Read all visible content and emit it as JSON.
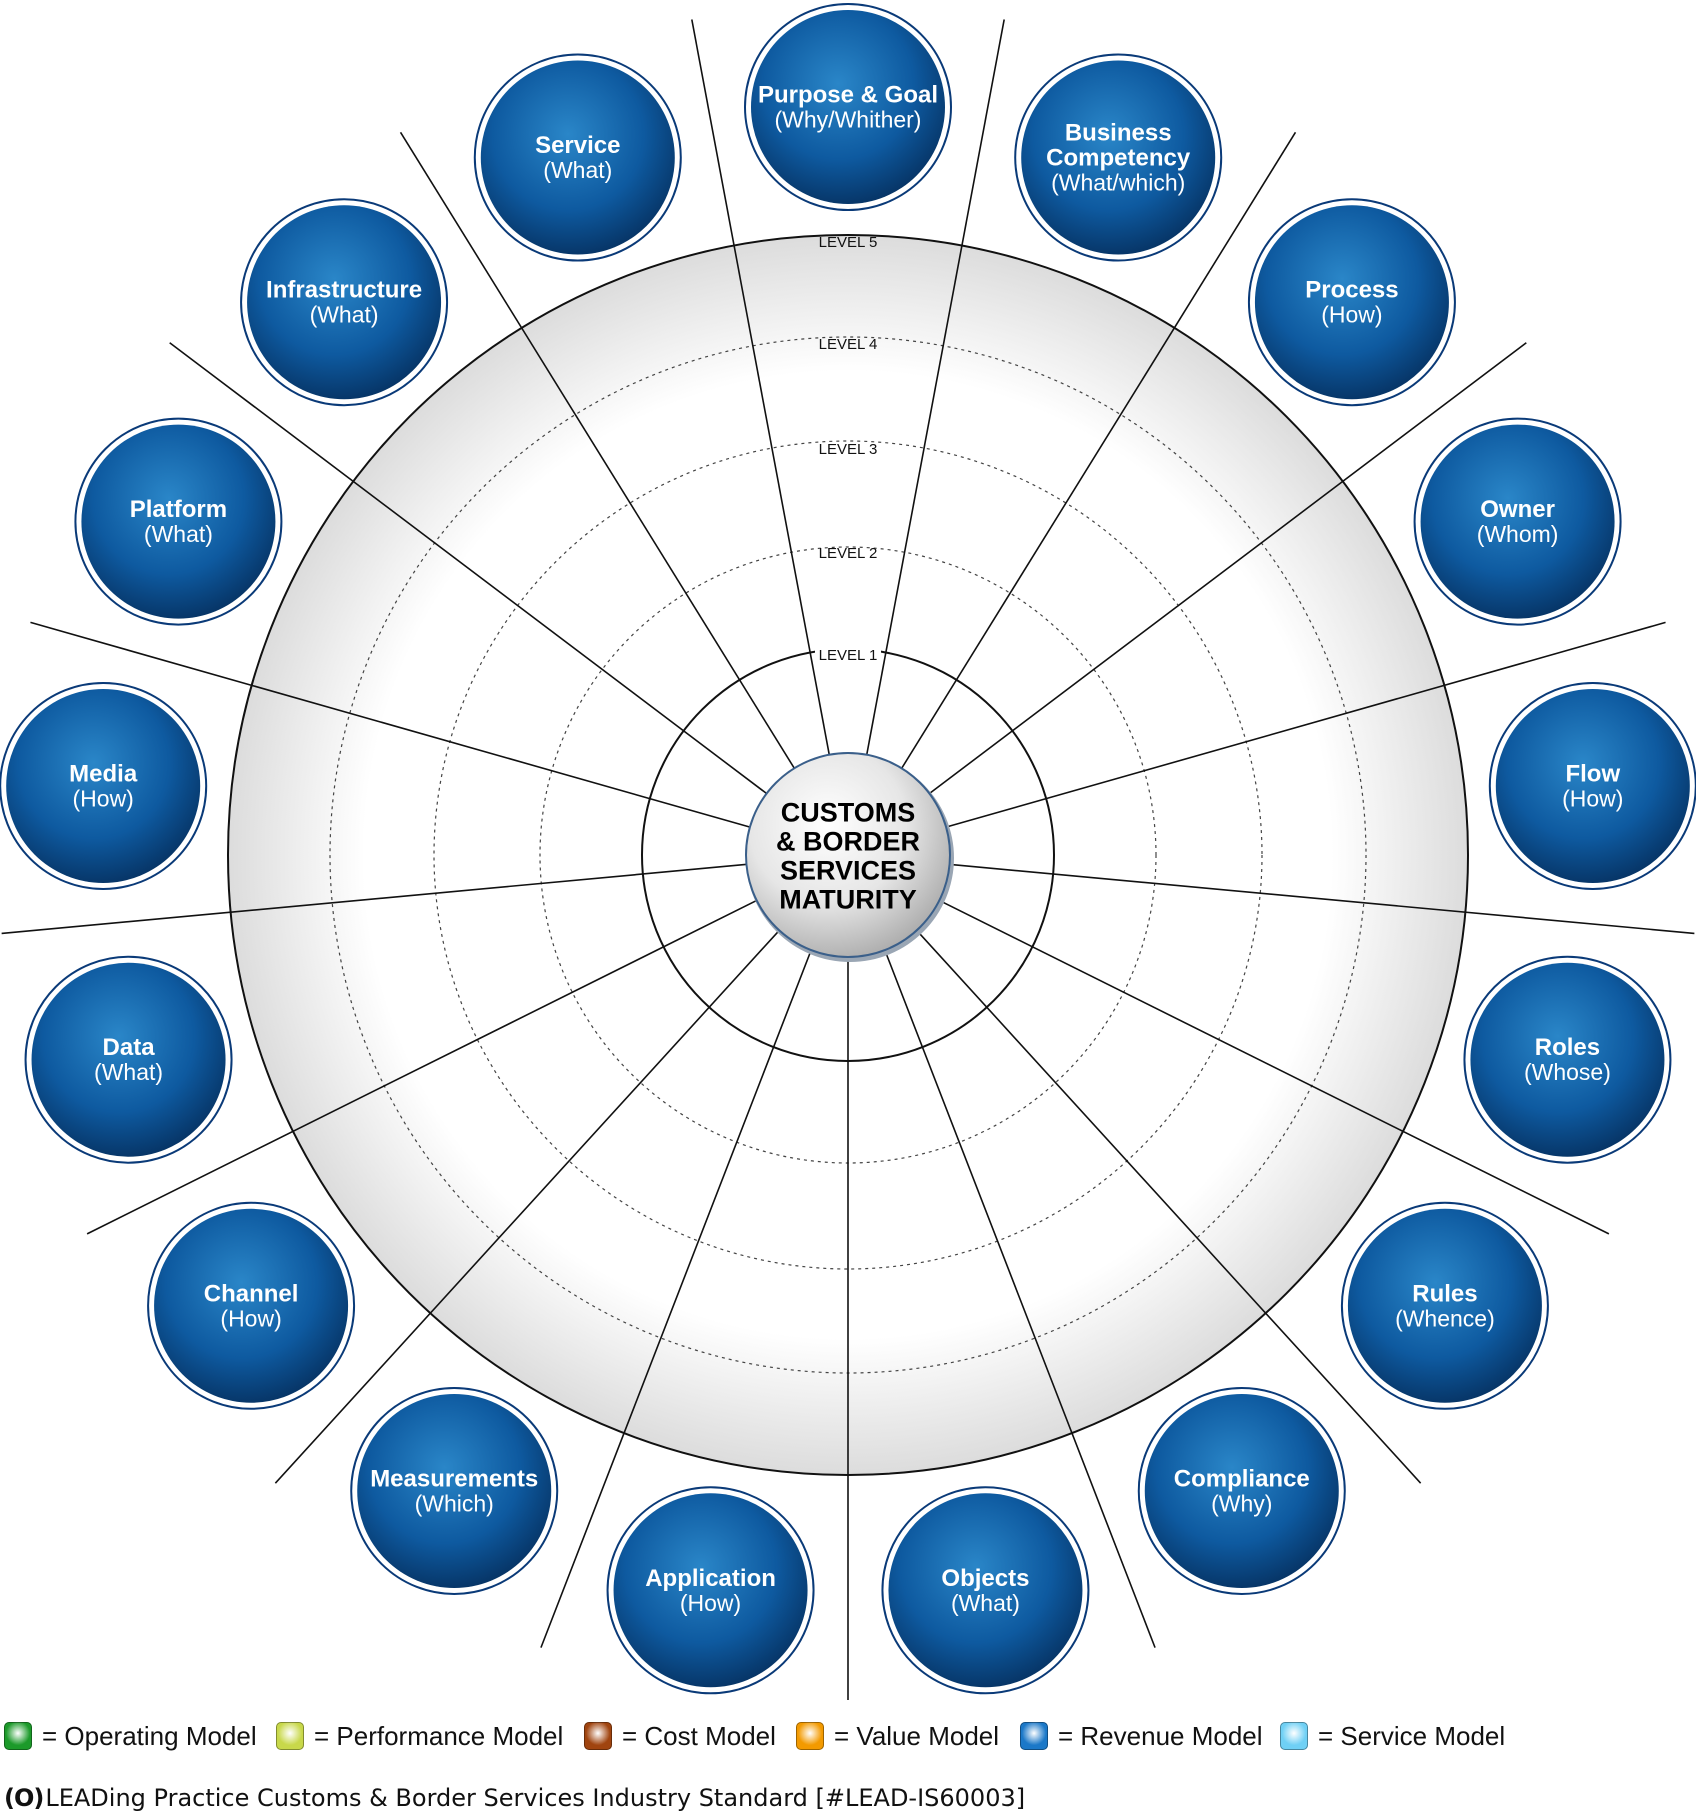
{
  "center": {
    "lines": [
      "CUSTOMS",
      "& BORDER",
      "SERVICES",
      "MATURITY"
    ]
  },
  "levels": [
    "LEVEL 1",
    "LEVEL 2",
    "LEVEL 3",
    "LEVEL 4",
    "LEVEL 5"
  ],
  "nodes": [
    {
      "title": "Purpose & Goal",
      "sub": "(Why/Whither)"
    },
    {
      "title": "Business|Competency",
      "sub": "(What/which)"
    },
    {
      "title": "Process",
      "sub": "(How)"
    },
    {
      "title": "Owner",
      "sub": "(Whom)"
    },
    {
      "title": "Flow",
      "sub": "(How)"
    },
    {
      "title": "Roles",
      "sub": "(Whose)"
    },
    {
      "title": "Rules",
      "sub": "(Whence)"
    },
    {
      "title": "Compliance",
      "sub": "(Why)"
    },
    {
      "title": "Objects",
      "sub": "(What)"
    },
    {
      "title": "Application",
      "sub": "(How)"
    },
    {
      "title": "Measurements",
      "sub": "(Which)"
    },
    {
      "title": "Channel",
      "sub": "(How)"
    },
    {
      "title": "Data",
      "sub": "(What)"
    },
    {
      "title": "Media",
      "sub": "(How)"
    },
    {
      "title": "Platform",
      "sub": "(What)"
    },
    {
      "title": "Infrastructure",
      "sub": "(What)"
    },
    {
      "title": "Service",
      "sub": "(What)"
    }
  ],
  "legend": [
    {
      "label": "= Operating Model",
      "color": "#1c9a2a"
    },
    {
      "label": "= Performance Model",
      "color": "#c8d84a"
    },
    {
      "label": "= Cost Model",
      "color": "#a0440f"
    },
    {
      "label": "= Value Model",
      "color": "#f39a00"
    },
    {
      "label": "= Revenue Model",
      "color": "#1b78c8"
    },
    {
      "label": "= Service Model",
      "color": "#6fd0f5"
    }
  ],
  "footer": {
    "logo": "(O)",
    "text": "LEADing Practice Customs & Border Services Industry Standard [#LEAD-IS60003]"
  },
  "colors": {
    "node_dark": "#0a3a78",
    "node_light": "#1e74b8",
    "ring_fill": "#e9e9e9"
  }
}
